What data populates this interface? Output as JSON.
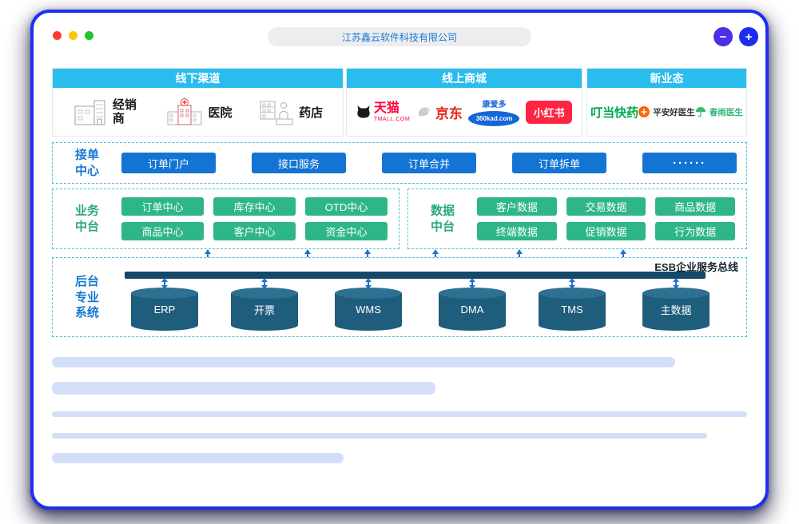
{
  "window": {
    "title": "江苏鑫云软件科技有限公司",
    "minus_button": "−",
    "plus_button": "+"
  },
  "colors": {
    "window_border": "#1e2ff2",
    "header_cyan": "#29bdee",
    "button_blue": "#1474d4",
    "button_green": "#2eb688",
    "label_blue": "#1677d2",
    "label_green": "#2aa87e",
    "cylinder_dark": "#1f5d7c",
    "esb_bar": "#16486a",
    "dashed_border": "#4fbcd6",
    "placeholder_bar": "#d3dff7",
    "tmall_red": "#ff0036",
    "jd_red": "#e1251b",
    "kad_blue": "#1566d6",
    "xhs_red": "#ff2442",
    "dingdang_green": "#00a84f",
    "pingan_orange": "#ff6600",
    "chunyu_green": "#3cb878"
  },
  "channels": {
    "offline": {
      "header": "线下渠道",
      "items": [
        {
          "label": "经销商",
          "icon": "dealer-building-icon"
        },
        {
          "label": "医院",
          "icon": "hospital-icon"
        },
        {
          "label": "药店",
          "icon": "pharmacy-icon"
        }
      ]
    },
    "online": {
      "header": "线上商城",
      "tmall": {
        "title": "天猫",
        "subtitle": "TMALL.COM"
      },
      "jd": {
        "title": "京东"
      },
      "kad": {
        "title": "康爱多",
        "subtitle": "360kad.com"
      },
      "xiaohongshu": {
        "title": "小红书"
      }
    },
    "newbiz": {
      "header": "新业态",
      "dingdang": {
        "title": "叮当快药"
      },
      "pingan": {
        "title": "平安好医生"
      },
      "chunyu": {
        "title": "春雨医生"
      }
    }
  },
  "order_center": {
    "label_lines": [
      "接单",
      "中心"
    ],
    "buttons": [
      "订单门户",
      "接口服务",
      "订单合并",
      "订单拆单",
      "······"
    ]
  },
  "business_platform": {
    "label_lines": [
      "业务",
      "中台"
    ],
    "buttons": [
      "订单中心",
      "库存中心",
      "OTD中心",
      "商品中心",
      "客户中心",
      "资金中心"
    ]
  },
  "data_platform": {
    "label_lines": [
      "数据",
      "中台"
    ],
    "buttons": [
      "客户数据",
      "交易数据",
      "商品数据",
      "终端数据",
      "促销数据",
      "行为数据"
    ]
  },
  "backend": {
    "label_lines": [
      "后台",
      "专业",
      "系统"
    ],
    "esb_label": "ESB企业服务总线",
    "systems": [
      "ERP",
      "开票",
      "WMS",
      "DMA",
      "TMS",
      "主数据"
    ]
  }
}
